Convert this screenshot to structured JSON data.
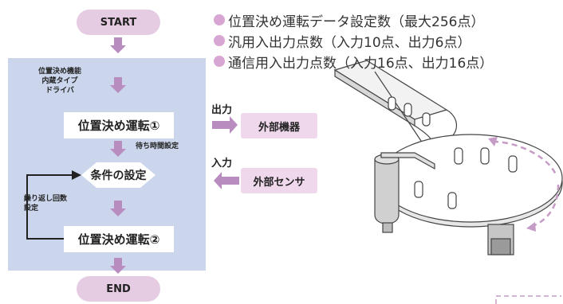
{
  "flow": {
    "start": "START",
    "end": "END",
    "internal_type": [
      "位置決め機能",
      "内蔵タイプ",
      "ドライバ"
    ],
    "op1": "位置決め運転①",
    "wait": "待ち時間設定",
    "condition": "条件の設定",
    "repeat": [
      "繰り返し回数",
      "設定"
    ],
    "op2": "位置決め運転②"
  },
  "io": {
    "output_label": "出力",
    "output_device": "外部機器",
    "input_label": "入力",
    "input_device": "外部センサ"
  },
  "features": [
    "位置決め運転データ設定数（最大256点）",
    "汎用入出力点数（入力10点、出力6点）",
    "通信用入出力点数（入力16点、出力16点）"
  ],
  "colors": {
    "accent_pink": "#e6cce3",
    "arrow_purple": "#b98cc0",
    "panel_blue": "#cbd6ec"
  }
}
